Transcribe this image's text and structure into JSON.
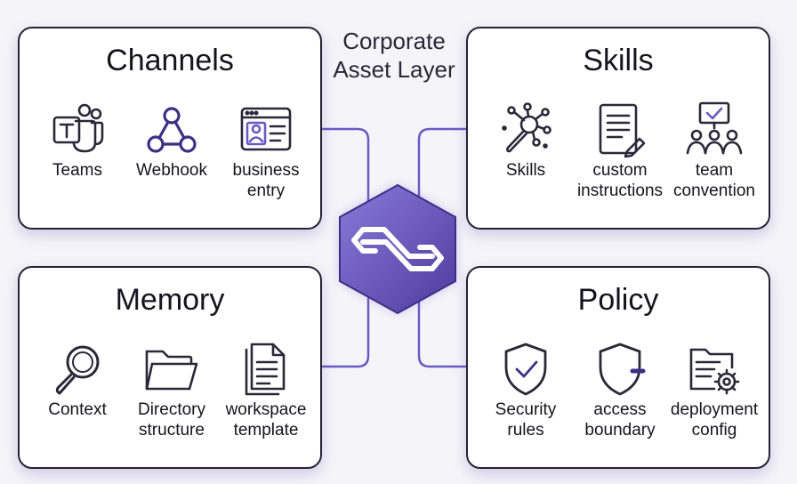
{
  "center": {
    "title": "Corporate\nAsset Layer",
    "icon": "exchange-arrows-icon",
    "colors": {
      "hex_light": "#7d6bd2",
      "hex_dark": "#4d3c9e",
      "stroke": "#ffffff"
    }
  },
  "colors": {
    "accent": "#6a5ac4",
    "border": "#272335",
    "text": "#15131e"
  },
  "cards": {
    "channels": {
      "title": "Channels",
      "items": [
        {
          "label": "Teams",
          "icon": "teams-icon"
        },
        {
          "label": "Webhook",
          "icon": "webhook-icon"
        },
        {
          "label": "business\nentry",
          "icon": "business-entry-icon"
        }
      ]
    },
    "skills": {
      "title": "Skills",
      "items": [
        {
          "label": "Skills",
          "icon": "skills-icon"
        },
        {
          "label": "custom\ninstructions",
          "icon": "custom-instructions-icon"
        },
        {
          "label": "team\nconvention",
          "icon": "team-convention-icon"
        }
      ]
    },
    "memory": {
      "title": "Memory",
      "items": [
        {
          "label": "Context",
          "icon": "magnifier-icon"
        },
        {
          "label": "Directory\nstructure",
          "icon": "folder-icon"
        },
        {
          "label": "workspace\ntemplate",
          "icon": "document-template-icon"
        }
      ]
    },
    "policy": {
      "title": "Policy",
      "items": [
        {
          "label": "Security\nrules",
          "icon": "shield-check-icon"
        },
        {
          "label": "access\nboundary",
          "icon": "shield-boundary-icon"
        },
        {
          "label": "deployment\nconfig",
          "icon": "deployment-config-icon"
        }
      ]
    }
  }
}
